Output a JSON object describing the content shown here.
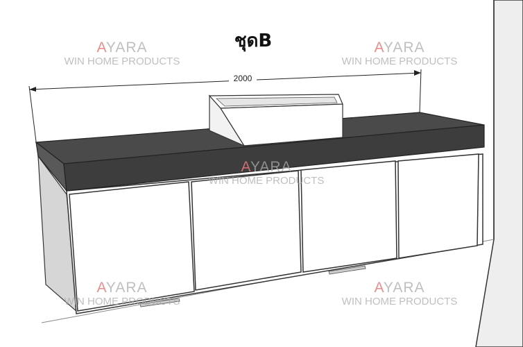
{
  "title": "ชุดB",
  "dimension": {
    "width_label": "2000"
  },
  "watermark": {
    "brand_initial": "A",
    "brand_rest": "YARA",
    "subtitle": "WIN HOME PRODUCTS"
  },
  "colors": {
    "countertop": "#4a4a4a",
    "countertop_front": "#3d3d3d",
    "cabinet": "#ffffff",
    "wall": "#eeeeee",
    "watermark_accent": "#e87878",
    "watermark_gray": "#aaaaaa"
  }
}
